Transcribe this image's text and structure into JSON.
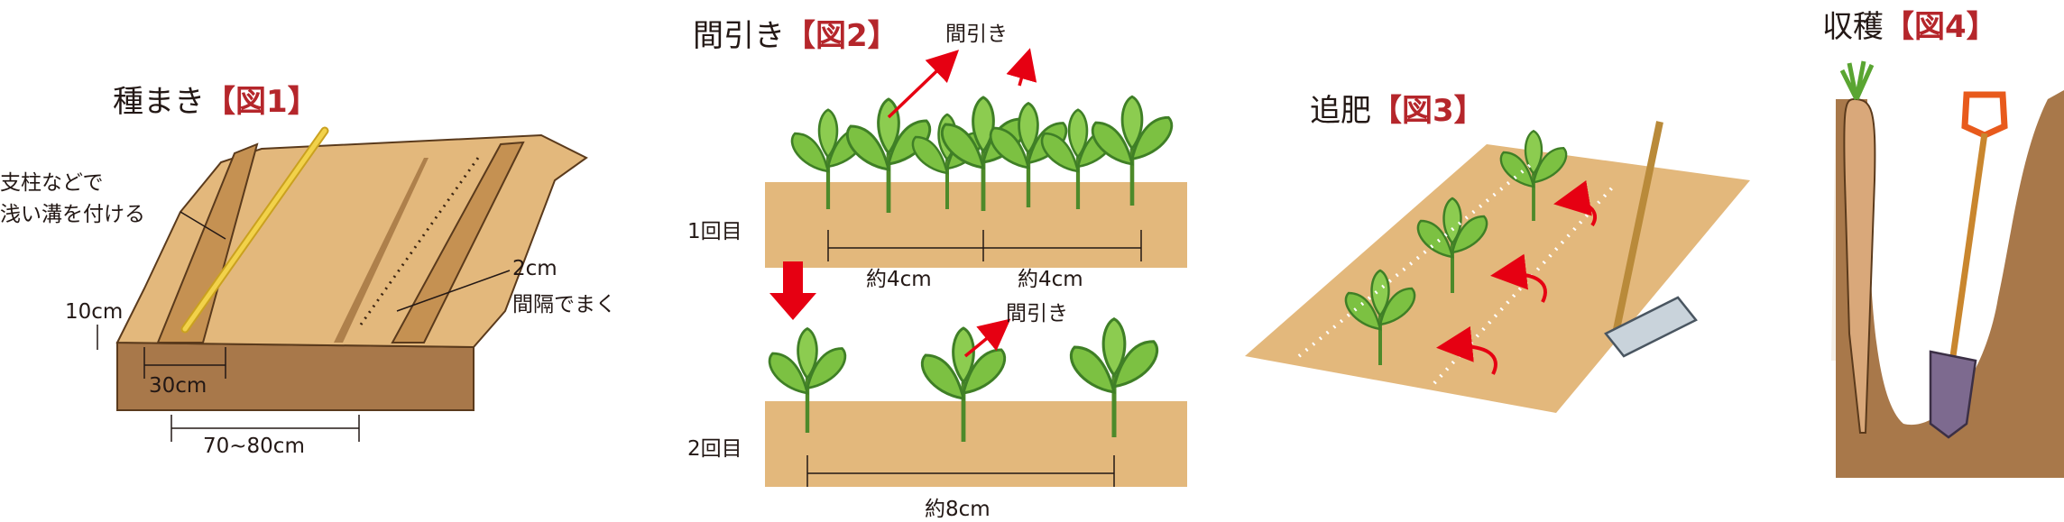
{
  "panels": {
    "fig1": {
      "title": "種まき",
      "fig_label": "【図1】",
      "note_line1": "支柱などで",
      "note_line2": "浅い溝を付ける",
      "depth": "10cm",
      "width": "30cm",
      "spacing": "70~80cm",
      "sow_interval": "2cm",
      "sow_note": "間隔でまく"
    },
    "fig2": {
      "title": "間引き",
      "fig_label": "【図2】",
      "thin_top": "間引き",
      "thin_bottom": "間引き",
      "round1": "1回目",
      "round2": "2回目",
      "gap1a": "約4cm",
      "gap1b": "約4cm",
      "gap2": "約8cm"
    },
    "fig3": {
      "title": "追肥",
      "fig_label": "【図3】"
    },
    "fig4": {
      "title": "収穫",
      "fig_label": "【図4】"
    }
  },
  "colors": {
    "soil": "#e3b87c",
    "soil_dark": "#a8784a",
    "leaf": "#6fb83f",
    "leaf_dark": "#3f7f26",
    "arrow_red": "#e60012",
    "fig_red": "#b5262b"
  }
}
